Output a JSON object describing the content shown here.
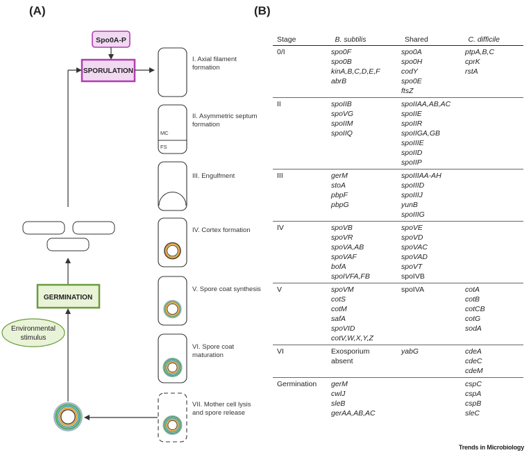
{
  "panels": {
    "a_label": "(A)",
    "b_label": "(B)"
  },
  "diagram": {
    "spo0a_label": "Spo0A-P",
    "sporulation_label": "SPORULATION",
    "germination_label": "GERMINATION",
    "environment_label_line1": "Environmental",
    "environment_label_line2": "stimulus",
    "stages": [
      {
        "line1": "I. Axial filament",
        "line2": "formation"
      },
      {
        "line1": "II. Asymmetric septum",
        "line2": "formation"
      },
      {
        "line1": "III. Engulfment",
        "line2": ""
      },
      {
        "line1": "IV. Cortex formation",
        "line2": ""
      },
      {
        "line1": "V. Spore coat synthesis",
        "line2": ""
      },
      {
        "line1": "VI. Spore coat",
        "line2": "maturation"
      },
      {
        "line1": "VII. Mother cell lysis",
        "line2": "and spore release"
      }
    ],
    "mc_label": "MC",
    "fs_label": "FS",
    "colors": {
      "purple_fill": "#f2d9f2",
      "purple_stroke": "#b13db1",
      "green_fill": "#e9f3d8",
      "green_stroke": "#6b9b3a",
      "coat_green": "#5aa36a",
      "coat_teal": "#3aa3b0",
      "cortex_orange": "#e4a23a",
      "core_dark": "#4a3a2a"
    }
  },
  "table": {
    "headers": [
      "Stage",
      "B. subtilis",
      "Shared",
      "C. difficile"
    ],
    "rows": [
      {
        "stage": "0/I",
        "bsub": [
          "spo0F",
          "spo0B",
          "kinA,B,C,D,E,F",
          "abrB"
        ],
        "shared": [
          "spo0A",
          "spo0H",
          "codY",
          "spo0E",
          "ftsZ"
        ],
        "cdiff": [
          "ptpA,B,C",
          "cprK",
          "rstA"
        ]
      },
      {
        "stage": "II",
        "bsub": [
          "spoIIB",
          "spoVG",
          "spoIIM",
          "spoIIQ"
        ],
        "shared": [
          "spoIIAA,AB,AC",
          "spoIIE",
          "spoIIR",
          "spoIIGA,GB",
          "spoIIIE",
          "spoIID",
          "spoIIP"
        ],
        "cdiff": []
      },
      {
        "stage": "III",
        "bsub": [
          "gerM",
          "stoA",
          "pbpF",
          "pbpG"
        ],
        "shared": [
          "spoIIIAA-AH",
          "spoIIID",
          "spoIIIJ",
          "yunB",
          "spoIIIG"
        ],
        "cdiff": []
      },
      {
        "stage": "IV",
        "bsub": [
          "spoVB",
          "spoVR",
          "spoVA,AB",
          "spoVAF",
          "bofA",
          "spoIVFA,FB"
        ],
        "shared": [
          "spoVE",
          "spoVD",
          "spoVAC",
          "spoVAD",
          "spoVT",
          "spoIVB"
        ],
        "cdiff": []
      },
      {
        "stage": "V",
        "bsub": [
          "spoVM",
          "cotS",
          "cotM",
          "safA",
          "spoVID",
          "cotV,W,X,Y,Z"
        ],
        "shared": [
          "spoIVA"
        ],
        "cdiff": [
          "cotA",
          "cotB",
          "cotCB",
          "cotG",
          "sodA"
        ]
      },
      {
        "stage": "VI",
        "bsub": [
          "Exosporium",
          "absent"
        ],
        "shared": [
          "yabG"
        ],
        "cdiff": [
          "cdeA",
          "cdeC",
          "cdeM"
        ]
      },
      {
        "stage": "Germination",
        "bsub": [
          "gerM",
          "cwlJ",
          "sleB",
          "gerAA,AB,AC"
        ],
        "shared": [],
        "cdiff": [
          "cspC",
          "cspA",
          "cspB",
          "sleC"
        ]
      }
    ]
  },
  "credit": "Trends in Microbiology"
}
